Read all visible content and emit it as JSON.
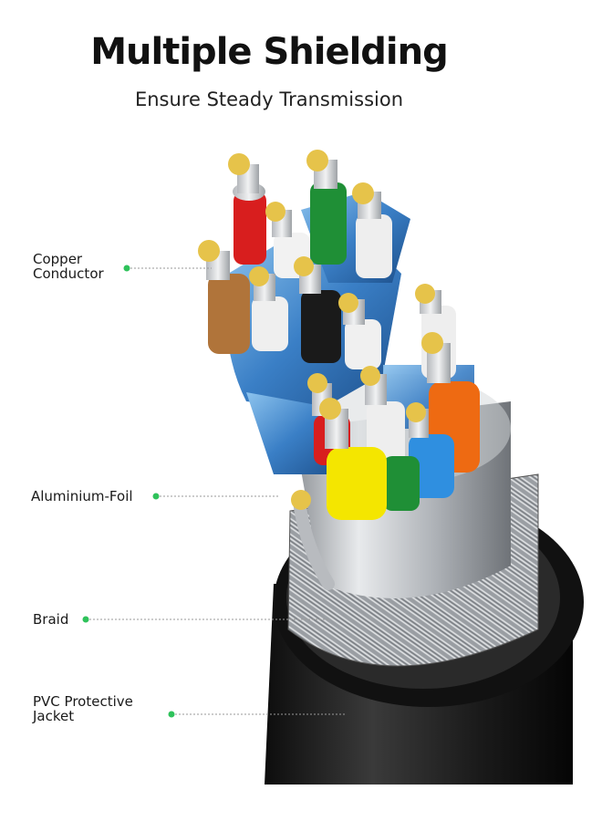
{
  "header": {
    "title": "Multiple Shielding",
    "subtitle": "Ensure Steady Transmission"
  },
  "callouts": [
    {
      "name": "copper",
      "text": "Copper\nConductor"
    },
    {
      "name": "foil",
      "text": "Aluminium-Foil"
    },
    {
      "name": "braid",
      "text": "Braid"
    },
    {
      "name": "jacket",
      "text": "PVC Protective\nJacket"
    }
  ],
  "colors": {
    "accent_dot": "#2fc25b",
    "jacket": "#1b1b1b",
    "foil": "#c9ccd0",
    "pair_shield": "#3b7fc4",
    "wire_red": "#d81e1e",
    "wire_green": "#1f8f36",
    "wire_white": "#eeeeee",
    "wire_brown": "#b0743a",
    "wire_black": "#1a1a1a",
    "wire_orange": "#ee6a12",
    "wire_yellow": "#f4e600",
    "wire_blue": "#2f8fe0"
  }
}
